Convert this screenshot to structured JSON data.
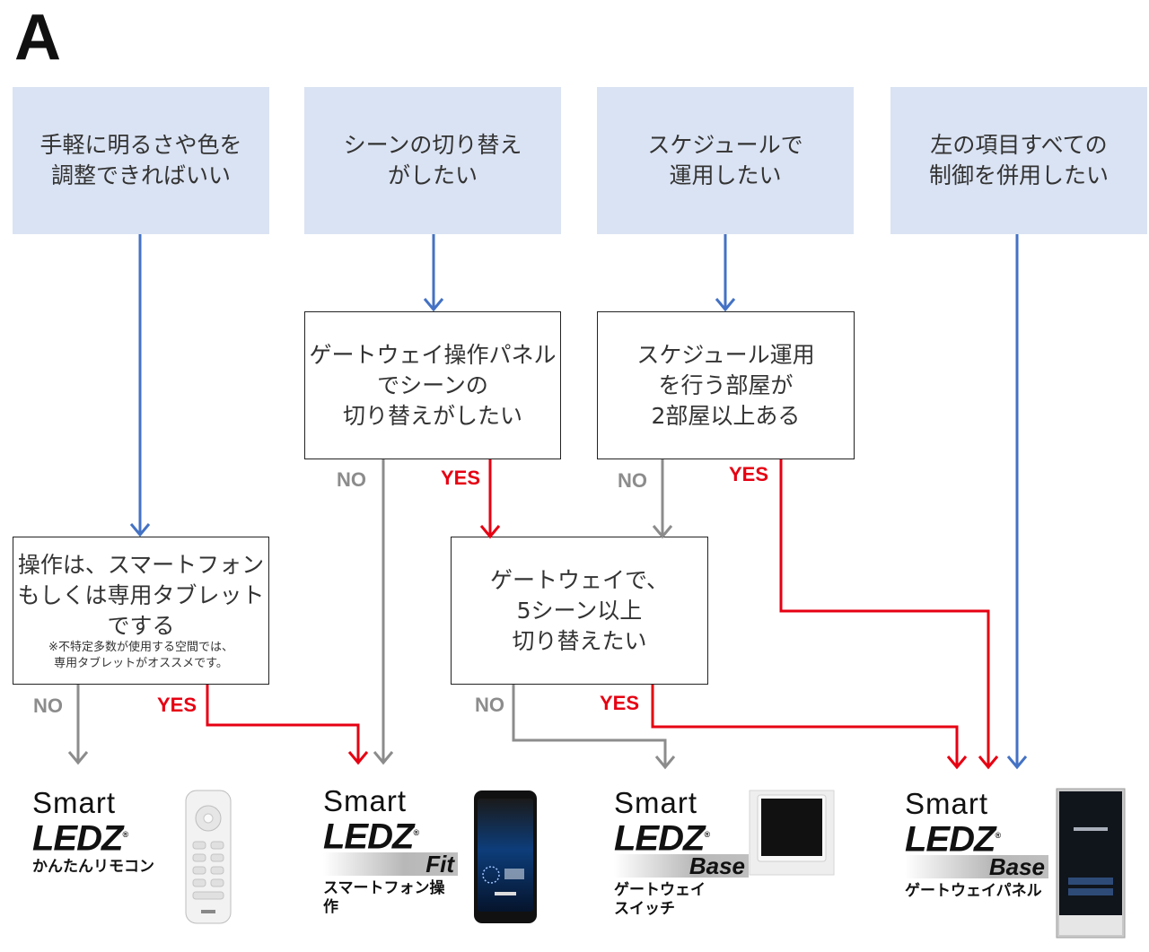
{
  "panel_letter": "A",
  "top_boxes": [
    {
      "text": "手軽に明るさや色を\n調整できればいい"
    },
    {
      "text": "シーンの切り替え\nがしたい"
    },
    {
      "text": "スケジュールで\n運用したい"
    },
    {
      "text": "左の項目すべての\n制御を併用したい"
    }
  ],
  "questions": {
    "gateway_panel": "ゲートウェイ操作パネル\nでシーンの\n切り替えがしたい",
    "schedule_rooms": "スケジュール運用\nを行う部屋が\n2部屋以上ある",
    "smartphone": "操作は、スマートフォン\nもしくは専用タブレット\nでする",
    "smartphone_note": "※不特定多数が使用する空間では、\n専用タブレットがオススメです。",
    "five_scenes": "ゲートウェイで、\n5シーン以上\n切り替えたい"
  },
  "labels": {
    "no": "NO",
    "yes": "YES"
  },
  "products": [
    {
      "smart": "Smart",
      "ledz": "LEDZ",
      "sub": "",
      "caption": "かんたんリモコン",
      "device": "remote-control"
    },
    {
      "smart": "Smart",
      "ledz": "LEDZ",
      "sub": "Fit",
      "caption": "スマートフォン操作",
      "device": "smartphone"
    },
    {
      "smart": "Smart",
      "ledz": "LEDZ",
      "sub": "Base",
      "caption": "ゲートウェイ\nスイッチ",
      "device": "gateway-switch"
    },
    {
      "smart": "Smart",
      "ledz": "LEDZ",
      "sub": "Base",
      "caption": "ゲートウェイパネル",
      "device": "gateway-panel"
    }
  ],
  "colors": {
    "top_box_fill": "#dae3f3",
    "arrow_blue": "#4472c4",
    "arrow_gray": "#8c8c8c",
    "arrow_red": "#e60012"
  }
}
